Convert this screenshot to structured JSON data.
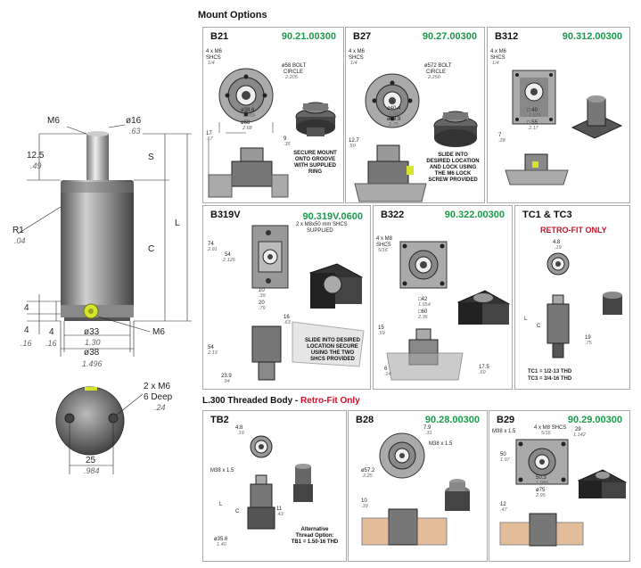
{
  "header": {
    "mount_options": "Mount Options"
  },
  "main_drawing": {
    "m6_top": "M6",
    "dia16": "ø16",
    "dia16_in": ".63",
    "d12_5": "12.5",
    "d12_5_in": ".49",
    "s": "S",
    "c": "C",
    "l": "L",
    "r1": "R1",
    "r1_in": ".04",
    "d4a": "4",
    "d4a_in": ".16",
    "d4b": "4",
    "d4b_in": ".16",
    "dia33": "ø33",
    "dia33_in": "1.30",
    "dia38": "ø38",
    "dia38_in": "1.496",
    "m6_side": "M6",
    "bottom_note1": "2 x M6",
    "bottom_note2": "6 Deep",
    "bottom_note2_in": ".24",
    "d25": "25",
    "d25_in": ".984"
  },
  "panels": {
    "b21": {
      "title": "B21",
      "code": "90.21.00300",
      "shcs": "4 x M6",
      "shcs2": "SHCS",
      "shcs_in": "1/4",
      "bolt": "ø58 BOLT",
      "bolt2": "CIRCLE",
      "bolt_in": "2.205",
      "d1": "ø39.6",
      "d1_in": "1.559",
      "d2": "ø68",
      "d2_in": "2.68",
      "h17": "17",
      "h17_in": ".67",
      "h9": "9",
      "h9_in": ".35",
      "note": "SECURE MOUNT ONTO GROOVE WITH SUPPLIED RING"
    },
    "b27": {
      "title": "B27",
      "code": "90.27.00300",
      "shcs": "4 x M6",
      "shcs2": "SHCS",
      "shcs_in": "1/4",
      "bolt": "ø572 BOLT",
      "bolt2": "CIRCLE",
      "bolt_in": "2.250",
      "d1": "ø40.4",
      "d1_in": "1.591",
      "d2": "ø69.9",
      "d2_in": "2.75",
      "h": "12.7",
      "h_in": ".50",
      "note": "SLIDE INTO DESIRED LOCATION AND LOCK USING THE M6 LOCK SCREW PROVIDED"
    },
    "b312": {
      "title": "B312",
      "code": "90.312.00300",
      "shcs": "4 x M6",
      "shcs2": "SHCS",
      "shcs_in": "1/4",
      "d1": "□ 40",
      "d1_in": "1.575",
      "d2": "□ 55",
      "d2_in": "2.17",
      "h": "7",
      "h_in": ".28"
    },
    "b319v": {
      "title": "B319V",
      "code": "90.319V.0600",
      "shcs": "2 x M8x50 mm SHCS",
      "shcs2": "SUPPLIED",
      "h74": "74",
      "h74_in": "2.91",
      "h54": "54",
      "h54_in": "2.126",
      "d10": "10",
      "d10_in": ".39",
      "d20": "20",
      "d20_in": ".79",
      "d16": "16",
      "d16_in": ".63",
      "d54": "54",
      "d54_in": "2.13",
      "d23": "23.9",
      "d23_in": ".94",
      "note": "SLIDE INTO DESIRED LOCATION SECURE USING THE TWO SHCS PROVIDED"
    },
    "b322": {
      "title": "B322",
      "code": "90.322.00300",
      "shcs": "4 x M8",
      "shcs2": "SHCS",
      "shcs_in": "5/16",
      "d1": "□42",
      "d1_in": "1.654",
      "d2": "□60",
      "d2_in": "2.36",
      "h15": "15",
      "h15_in": ".59",
      "h6": "6",
      "h6_in": ".24",
      "h17": "17.5",
      "h17_in": ".69"
    },
    "tc1": {
      "title": "TC1 & TC3",
      "retro": "RETRO-FIT ONLY",
      "d": "4.8",
      "d_in": ".19",
      "l": "L",
      "c": "C",
      "h19": "19",
      "h19_in": ".75",
      "t1": "TC1 = 1/2-13 THD",
      "t3": "TC3 = 3/4-16 THD"
    },
    "tb2": {
      "title": "TB2",
      "d": "4.8",
      "d_in": ".19",
      "m": "M38 x 1.5",
      "l": "L",
      "c": "C",
      "h11": "11",
      "h11_in": ".43",
      "dia": "ø35.6",
      "dia_in": "1.40",
      "note1": "Alternative",
      "note2": "Thread Option:",
      "note3": "TB1 = 1.50-16 THD"
    },
    "b28": {
      "title": "B28",
      "code": "90.28.00300",
      "d79": "7.9",
      "d79_in": ".31",
      "m": "M38 x 1.5",
      "dia": "ø57.2",
      "dia_in": "2.25",
      "h10": "10",
      "h10_in": ".39"
    },
    "b29": {
      "title": "B29",
      "code": "90.29.00300",
      "shcs": "4 x M8 SHCS",
      "shcs_in": "5/16",
      "m": "M38 x 1.5",
      "h29": "29",
      "h29_in": "1.142",
      "h50": "50",
      "h50_in": "1.97",
      "d1": "50.3",
      "d1_in": "1.980",
      "d2": "ø75",
      "d2_in": "2.95",
      "h12": "12",
      "h12_in": ".47"
    }
  },
  "threaded": {
    "label": "L.300 Threaded Body - ",
    "retro": "Retro-Fit Only"
  },
  "colors": {
    "green": "#1a9a4a",
    "red": "#d0102a",
    "metal": "#8a8a8a",
    "dark": "#3a3a3a"
  }
}
